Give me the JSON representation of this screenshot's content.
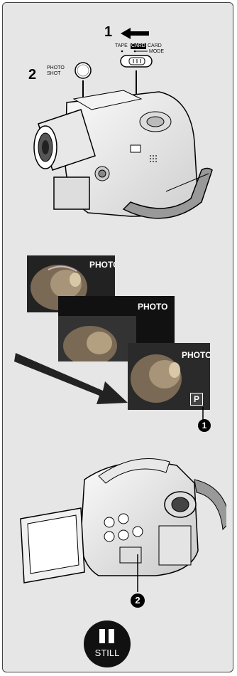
{
  "step1": {
    "number": "1"
  },
  "step2": {
    "number": "2",
    "button_label_line1": "PHOTO",
    "button_label_line2": "SHOT"
  },
  "mode_switch": {
    "tape_label": "TAPE",
    "card_label": "CARD",
    "card_mode_line1": "CARD",
    "card_mode_line2": "MODE"
  },
  "frames": {
    "photo_label": "PHOTO"
  },
  "indicator": {
    "p_label": "P"
  },
  "callouts": {
    "one": "1",
    "two": "2"
  },
  "still_button": {
    "label": "STILL"
  }
}
